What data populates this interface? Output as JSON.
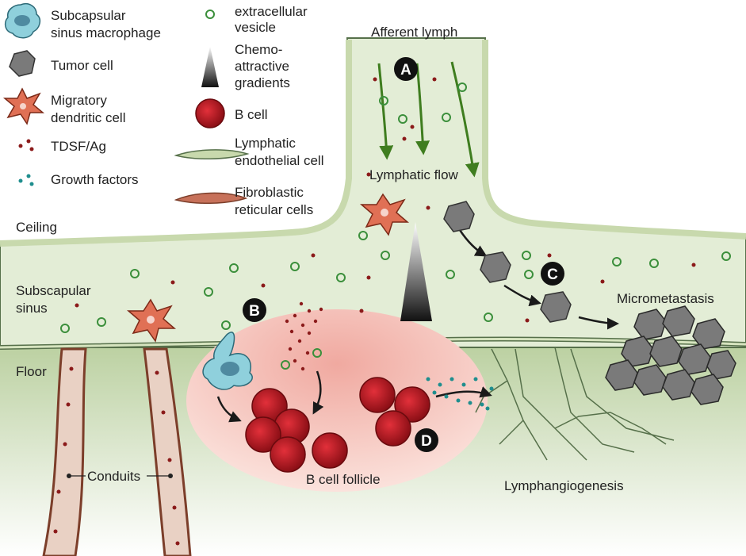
{
  "legend": {
    "macrophage": [
      "Subcapsular",
      "sinus macrophage"
    ],
    "tumor_cell": "Tumor cell",
    "dendritic": [
      "Migratory",
      "dendritic cell"
    ],
    "tdsf": "TDSF/Ag",
    "growth": "Growth factors",
    "vesicle": [
      "extracellular",
      "vesicle"
    ],
    "gradient": [
      "Chemo-",
      "attractive",
      "gradients"
    ],
    "bcell": "B cell",
    "lec": [
      "Lymphatic",
      "endothelial cell"
    ],
    "frc": [
      "Fibroblastic",
      "reticular cells"
    ]
  },
  "labels": {
    "afferent": "Afferent lymph",
    "flow": "Lymphatic flow",
    "ceiling": "Ceiling",
    "sinus": [
      "Subscapular",
      "sinus"
    ],
    "floor": "Floor",
    "conduits": "Conduits",
    "follicle": "B cell follicle",
    "lymphangio": "Lymphangiogenesis",
    "micromet": "Micrometastasis"
  },
  "markers": [
    "A",
    "B",
    "C",
    "D"
  ],
  "colors": {
    "sinus_fill": "#dde9cf",
    "floor_fill": "#c9d9b3",
    "follicle_fill": "#f2c4b8",
    "bcell": "#c8202a",
    "dendritic": "#e07055",
    "macrophage": "#8fd0dc",
    "tumor": "#7a7a7a",
    "conduit": "#a9664f",
    "arrow_green": "#3f7d1f",
    "vesicle": "#3b8f3b",
    "tdsf": "#8b1a1a",
    "growth": "#1f8e8e"
  }
}
